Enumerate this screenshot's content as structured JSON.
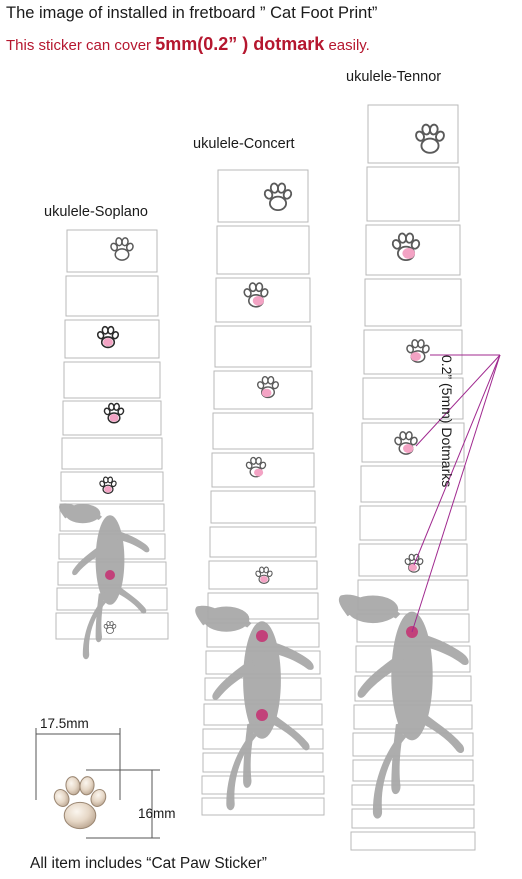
{
  "header": {
    "line1": "The image of installed in fretboard ”  Cat Foot Print”",
    "line2_pre": "This sticker can cover ",
    "line2_bold": "5mm(0.2”  ) dotmark",
    "line2_post": " easily."
  },
  "labels": {
    "soprano": "ukulele-Soplano",
    "concert": "ukulele-Concert",
    "tenor": "ukulele-Tennor",
    "dotmarks": "0.2” (5mm) Dotmarks"
  },
  "dimensions": {
    "width": "17.5mm",
    "height": "16mm"
  },
  "caption": "All item includes “Cat Paw Sticker”",
  "colors": {
    "title_red": "#b5172f",
    "dot_pink": "#c2417a",
    "cat_gray": "#a9a9a9",
    "pad_pink": "#f3a3c4",
    "leader_purple": "#a0298f"
  }
}
